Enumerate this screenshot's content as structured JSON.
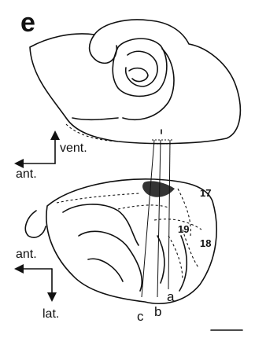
{
  "panel_label": "e",
  "top_view": {
    "axis": {
      "up_label": "vent.",
      "left_label": "ant."
    }
  },
  "bottom_view": {
    "axis": {
      "left_label": "ant.",
      "down_label": "lat."
    },
    "area_labels": {
      "a17": "17",
      "a19": "19",
      "a18": "18"
    }
  },
  "projection_lines": {
    "c": "c",
    "b": "b",
    "a": "a"
  }
}
